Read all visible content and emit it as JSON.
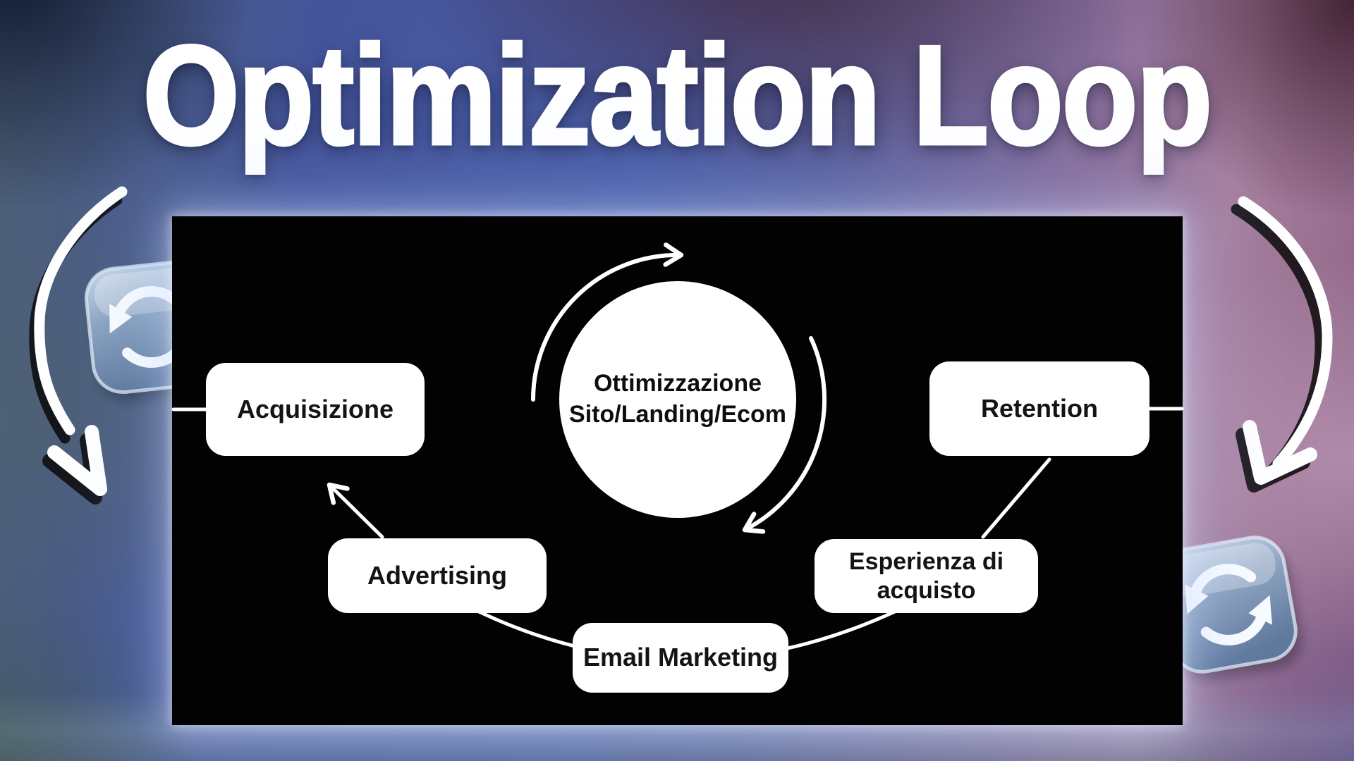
{
  "title": "Optimization Loop",
  "diagram": {
    "center": {
      "line1": "Ottimizzazione",
      "line2": "Sito/Landing/Ecom"
    },
    "nodes": {
      "acquisizione": "Acquisizione",
      "retention": "Retention",
      "advertising": "Advertising",
      "esperienza": "Esperienza di acquisto",
      "email": "Email Marketing"
    },
    "edges": [
      {
        "from": "panel-left-edge",
        "to": "acquisizione",
        "style": "line"
      },
      {
        "from": "retention",
        "to": "panel-right-edge",
        "style": "line"
      },
      {
        "from": "advertising",
        "to": "acquisizione",
        "style": "arrow"
      },
      {
        "from": "retention",
        "to": "esperienza",
        "style": "line"
      },
      {
        "from": "advertising",
        "to": "email",
        "style": "curve"
      },
      {
        "from": "email",
        "to": "esperienza",
        "style": "curve"
      },
      {
        "around": "center-circle",
        "style": "two clockwise arc arrows"
      }
    ]
  },
  "icons": {
    "left": "counterclockwise-arrows-3d-icon",
    "right": "counterclockwise-arrows-3d-icon",
    "left_arrow": "hand-drawn-curved-arrow-down",
    "right_arrow": "hand-drawn-curved-arrow-down"
  },
  "colors": {
    "panel_bg": "#020202",
    "node_bg": "#ffffff",
    "node_text": "#141414",
    "title": "#ffffff",
    "line": "#ffffff",
    "icon_blue": "#9db9d6",
    "bg_blue": "#4a5ea8",
    "bg_mauve": "#a77f9e",
    "bg_slate": "#4e6174"
  }
}
